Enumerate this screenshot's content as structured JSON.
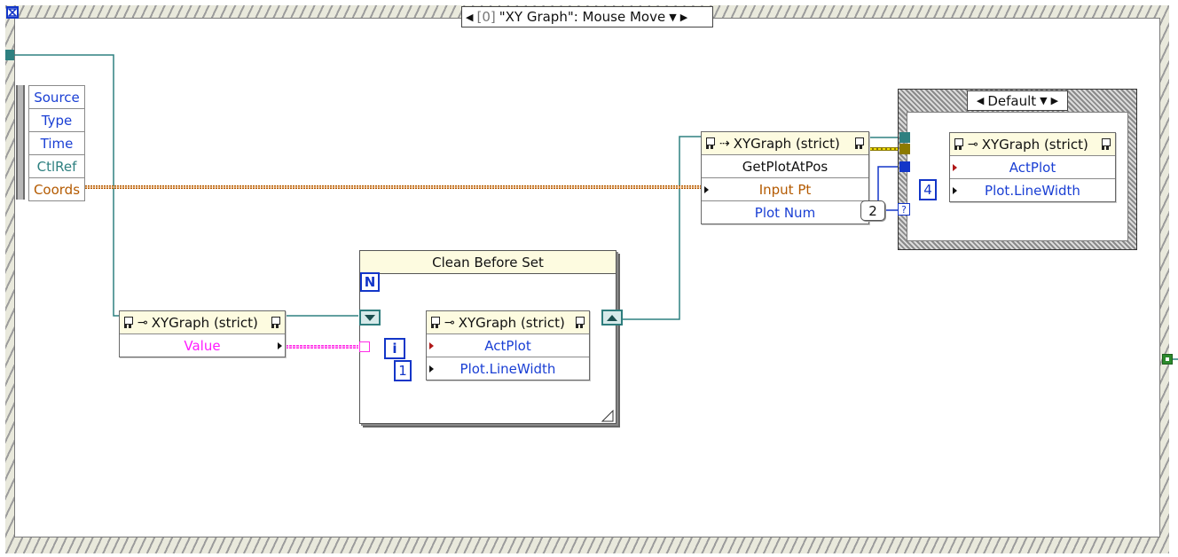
{
  "event_structure": {
    "selector_index": "[0]",
    "selector_label": "\"XY Graph\": Mouse Move",
    "timeout_icon": "hourglass-icon",
    "event_data_items": [
      {
        "label": "Source",
        "color": "#1a3fd4"
      },
      {
        "label": "Type",
        "color": "#1a3fd4"
      },
      {
        "label": "Time",
        "color": "#1a3fd4"
      },
      {
        "label": "CtlRef",
        "color": "#2e8080"
      },
      {
        "label": "Coords",
        "color": "#b45a00"
      }
    ]
  },
  "value_property_node": {
    "header": "XYGraph (strict)",
    "property": "Value"
  },
  "for_loop": {
    "title": "Clean Before Set",
    "count_terminal": "N",
    "iteration_terminal": "i",
    "inner_node": {
      "header": "XYGraph (strict)",
      "properties": [
        "ActPlot",
        "Plot.LineWidth"
      ]
    },
    "linewidth_constant": "1"
  },
  "invoke_node": {
    "header": "XYGraph (strict)",
    "method": "GetPlotAtPos",
    "input": "Input Pt",
    "output": "Plot Num",
    "plot_num_indicator": "2",
    "case_selector_terminal": "?"
  },
  "case_structure": {
    "selector_label": "Default",
    "inner_node": {
      "header": "XYGraph (strict)",
      "properties": [
        "ActPlot",
        "Plot.LineWidth"
      ]
    },
    "linewidth_constant": "4"
  }
}
